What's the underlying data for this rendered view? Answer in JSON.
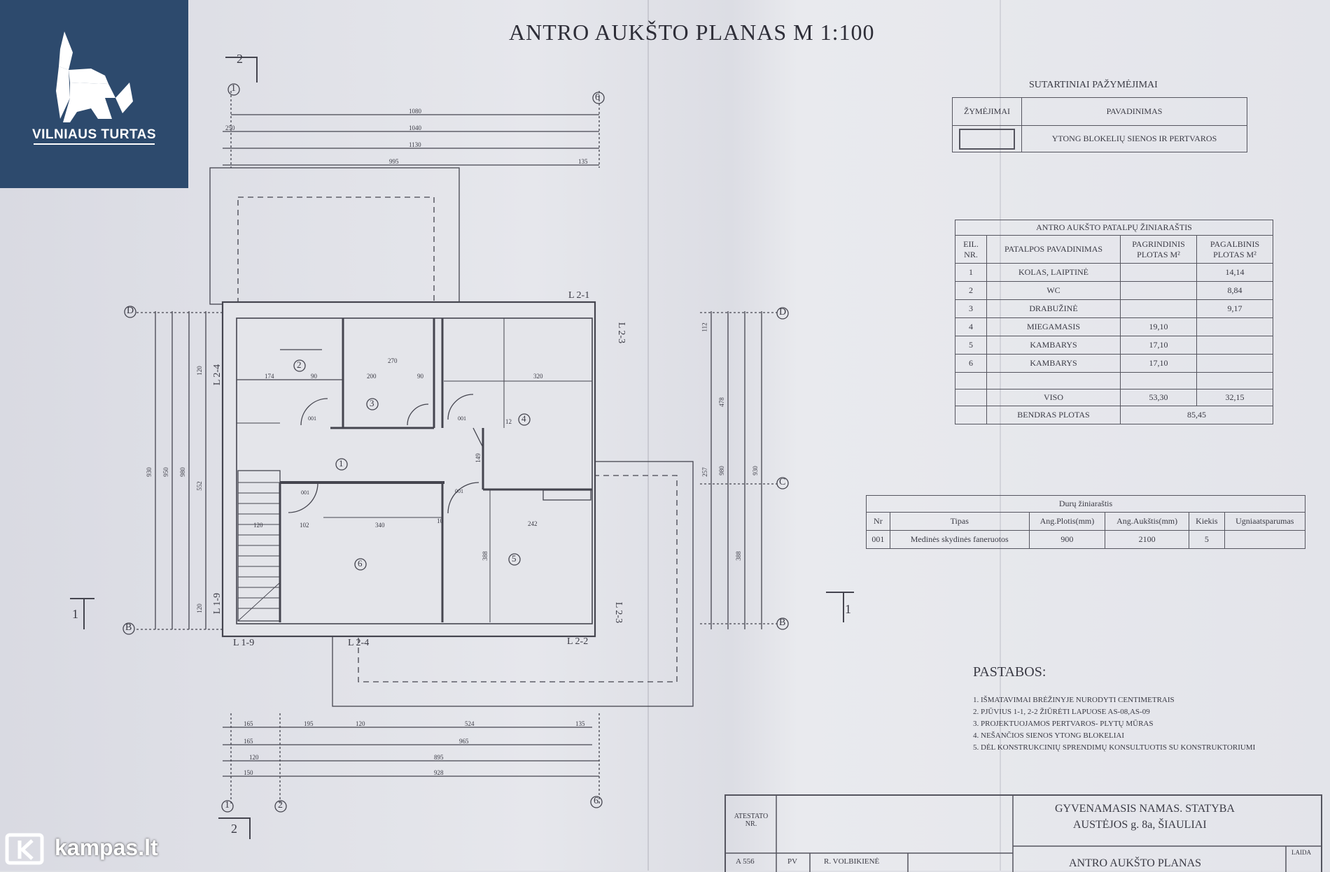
{
  "brand": {
    "name": "VILNIAUS TURTAS",
    "bg_color": "#2d4a6d",
    "icon": "wolf-icon"
  },
  "watermark": {
    "site": "kampas.lt",
    "icon": "kampas-logo-icon"
  },
  "drawing": {
    "title": "ANTRO AUKŠTO PLANAS M 1:100",
    "axes": {
      "a1": "1",
      "a2": "2",
      "a6": "6",
      "aB": "B",
      "aC": "C",
      "aD": "D"
    },
    "sections": {
      "s2": "2",
      "s1": "1"
    },
    "wall_marks": [
      "L 2-1",
      "L 2-3",
      "L 2-4",
      "L 1-9",
      "L 1-9",
      "L 2-4",
      "L 2-2",
      "L 2-3"
    ],
    "room_numbers": [
      "1",
      "2",
      "3",
      "4",
      "5",
      "6"
    ],
    "dims_top": [
      "1080",
      "1040",
      "1130",
      "995",
      "135",
      "250"
    ],
    "dims_bottom": [
      "165",
      "195",
      "120",
      "524",
      "135",
      "965",
      "895",
      "928",
      "165",
      "120",
      "150"
    ],
    "dims_left": [
      "930",
      "950",
      "980",
      "552",
      "120",
      "120"
    ],
    "dims_right": [
      "478",
      "980",
      "930",
      "388",
      "112",
      "257"
    ],
    "dims_inner": [
      "174",
      "90",
      "200",
      "90",
      "270",
      "320",
      "340",
      "242",
      "120",
      "102",
      "388",
      "149",
      "12",
      "10"
    ],
    "door_code": "001"
  },
  "legend": {
    "title": "SUTARTINIAI PAŽYMĖJIMAI",
    "col_mark": "ŽYMĖJIMAI",
    "col_name": "PAVADINIMAS",
    "row_name": "YTONG BLOKELIŲ SIENOS IR PERTVAROS"
  },
  "rooms_table": {
    "title": "ANTRO AUKŠTO PATALPŲ ŽINIARAŠTIS",
    "headers": [
      "EIL. NR.",
      "PATALPOS PAVADINIMAS",
      "PAGRINDINIS PLOTAS M²",
      "PAGALBINIS PLOTAS M²"
    ],
    "rows": [
      [
        "1",
        "KOLAS, LAIPTINĖ",
        "",
        "14,14"
      ],
      [
        "2",
        "WC",
        "",
        "8,84"
      ],
      [
        "3",
        "DRABUŽINĖ",
        "",
        "9,17"
      ],
      [
        "4",
        "MIEGAMASIS",
        "19,10",
        ""
      ],
      [
        "5",
        "KAMBARYS",
        "17,10",
        ""
      ],
      [
        "6",
        "KAMBARYS",
        "17,10",
        ""
      ],
      [
        "",
        "",
        "",
        ""
      ],
      [
        "",
        "VISO",
        "53,30",
        "32,15"
      ]
    ],
    "total_label": "BENDRAS PLOTAS",
    "total_value": "85,45"
  },
  "doors_table": {
    "title": "Durų žiniaraštis",
    "headers": [
      "Nr",
      "Tipas",
      "Ang.Plotis(mm)",
      "Ang.Aukštis(mm)",
      "Kiekis",
      "Ugniaatsparumas"
    ],
    "row": [
      "001",
      "Medinės skydinės faneruotos",
      "900",
      "2100",
      "5",
      ""
    ]
  },
  "notes": {
    "title": "PASTABOS:",
    "items": [
      "1. IŠMATAVIMAI BRĖŽINYJE NURODYTI CENTIMETRAIS",
      "2. PJŪVIUS 1-1, 2-2 ŽIŪRĖTI LAPUOSE AS-08,AS-09",
      "3. PROJEKTUOJAMOS PERTVAROS- PLYTŲ MŪRAS",
      "4. NEŠANČIOS SIENOS YTONG BLOKELIAI",
      "5. DĖL KONSTRUKCINIŲ SPRENDIMŲ KONSULTUOTIS SU KONSTRUKTORIUMI"
    ]
  },
  "title_block": {
    "atestato": "ATESTATO NR.",
    "atest_no": "A 556",
    "role": "PV",
    "person": "R. VOLBIKIENĖ",
    "project": "GYVENAMASIS NAMAS. STATYBA",
    "address": "AUSTĖJOS g. 8a, ŠIAULIAI",
    "sheet_name": "ANTRO AUKŠTO PLANAS",
    "laida": "LAIDA"
  }
}
